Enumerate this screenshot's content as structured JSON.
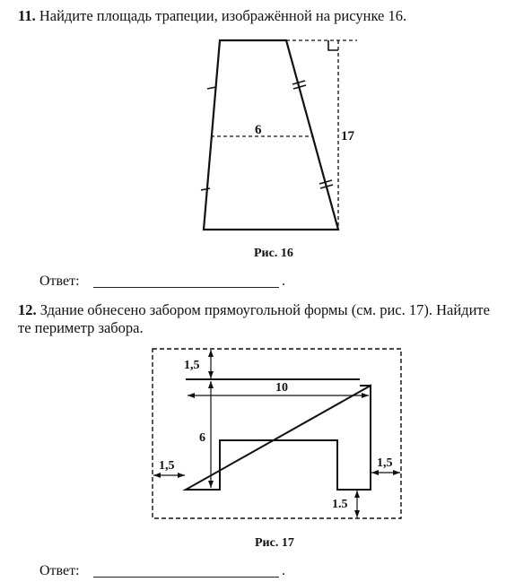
{
  "task11": {
    "number": "11.",
    "text": "Найдите площадь трапеции, изображённой на рисунке 16.",
    "figure": {
      "caption": "Рис. 16",
      "midline_label": "6",
      "height_label": "17"
    },
    "answer_label": "Ответ:",
    "answer_end": "."
  },
  "task12": {
    "number": "12.",
    "line1": "Здание обнесено забором прямоугольной формы (см. рис. 17). Найдите",
    "line2": "те периметр забора.",
    "figure": {
      "caption": "Рис. 17",
      "label_top_gap": "1,5",
      "label_width": "10",
      "label_height": "6",
      "label_left_gap": "1,5",
      "label_right_gap": "1,5",
      "label_bottom_gap": "1.5"
    },
    "answer_label": "Ответ:",
    "answer_end": "."
  }
}
